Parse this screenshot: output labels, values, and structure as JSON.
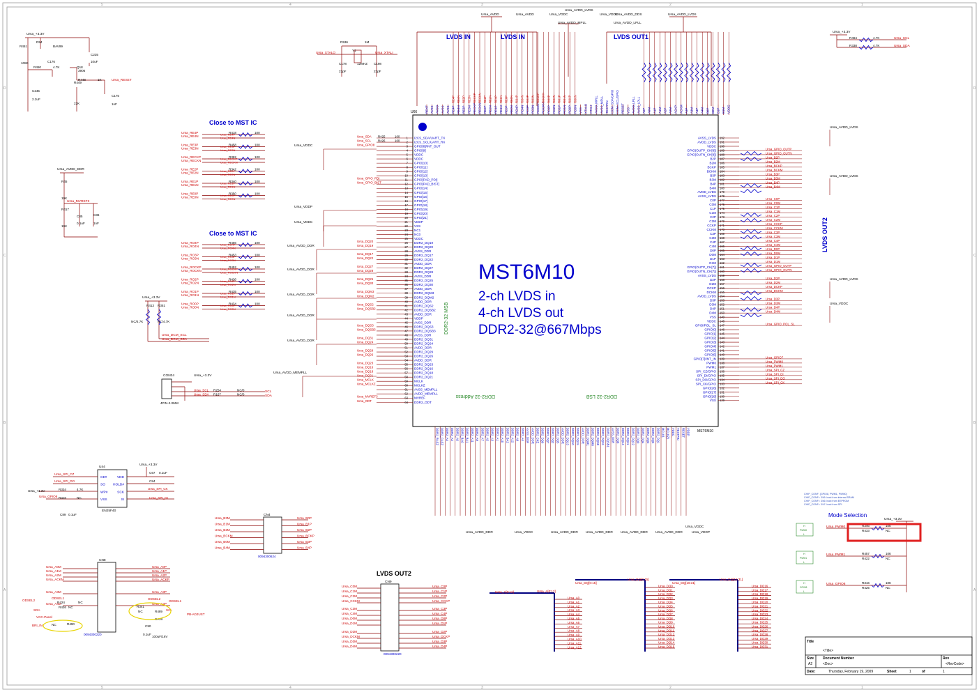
{
  "chip": {
    "name": "MST6M10",
    "ref": "U66",
    "part": "MST6M10",
    "desc": [
      "2-ch LVDS in",
      "4-ch LVDS out",
      "DDR2-32@667Mbps"
    ],
    "internal_labels": [
      "DDR2-32 MSB",
      "DDR2-32 Address",
      "DDR2-32 LSB"
    ]
  },
  "section_titles": {
    "close_mst_1": "Close to MST IC",
    "close_mst_2": "Close to MST IC",
    "lvds_in_1": "LVDS IN",
    "lvds_in_2": "LVDS IN",
    "lvds_out1": "LVDS OUT1",
    "lvds_out2_right": "LVDS OUT2",
    "lvds_out2_bottom": "LVDS OUT2",
    "mode_selection": "Mode Selection"
  },
  "power_labels": [
    "Ursa_+3.3V",
    "Ursa_AVDD_DDR",
    "Ursa_VDDC",
    "Ursa_VDDP",
    "Ursa_AVDD_MEMPLL",
    "Ursa_AVDD_LVDS",
    "Ursa_AVDD_MPLL",
    "Ursa_AVDD_LPLL",
    "Ursa_AVDD"
  ],
  "top_power": [
    "Ursa_AVDD",
    "Ursa_AVDD",
    "Ursa_VDDC",
    "Ursa_AVDD_LVDS",
    "Ursa_VDDC",
    "Ursa_AVDD_DDS",
    "Ursa_AVDD_LVDS",
    "Ursa_AVDD_MPLL",
    "Ursa_AVDD_LPLL"
  ],
  "reset_circuit": {
    "net_power": "Ursa_+3.3V",
    "parts": [
      "R451",
      "D54",
      "BAV99",
      "C235",
      "10uF",
      "108K",
      "R450",
      "4.7K",
      "C176",
      "Q18",
      "3906",
      "R448",
      "1K",
      "R449",
      "22K",
      "C245",
      "2.2uF",
      "C175",
      "1nF"
    ],
    "net_out": "Ursa_RESET"
  },
  "crystal": {
    "parts": [
      "R536",
      "1M",
      "Y1",
      "12MHZ",
      "C178",
      "22pF",
      "C198",
      "22pF"
    ],
    "nets": [
      "Ursa_XTALO",
      "Ursa_XTALI"
    ]
  },
  "i2c_pullups": {
    "power": "Ursa_+3.3V",
    "rows": [
      {
        "ref": "R464",
        "val": "4.7K",
        "net": "Ursa_SCL"
      },
      {
        "ref": "R338",
        "val": "4.7K",
        "net": "Ursa_SDA"
      }
    ]
  },
  "vref_circuit": {
    "power": "Ursa_AVDD_DDR",
    "parts": [
      "R45",
      "10K",
      "R417",
      "10K",
      "C85",
      "0.1uF",
      "C86",
      "1nF"
    ],
    "net": "Ursa_MVREF3"
  },
  "close_mst_1_rows": [
    {
      "nets": [
        "Ursa_RE4P",
        "Ursa_RE4N"
      ],
      "ref": "R418",
      "val": "100"
    },
    {
      "nets": [
        "Ursa_RE3P",
        "Ursa_RE3N"
      ],
      "ref": "R458",
      "val": "100"
    },
    {
      "nets": [
        "Ursa_RECKP",
        "Ursa_RECKN"
      ],
      "ref": "R382",
      "val": "100"
    },
    {
      "nets": [
        "Ursa_RE2P",
        "Ursa_RE2N"
      ],
      "ref": "R342",
      "val": "100"
    },
    {
      "nets": [
        "Ursa_RE1P",
        "Ursa_RE1N"
      ],
      "ref": "R340",
      "val": "100"
    },
    {
      "nets": [
        "Ursa_RE0P",
        "Ursa_RE0N"
      ],
      "ref": "R350",
      "val": "100"
    }
  ],
  "close_mst_2_rows": [
    {
      "nets": [
        "Ursa_RO4P",
        "Ursa_RO4N"
      ],
      "ref": "R456",
      "val": "100"
    },
    {
      "nets": [
        "Ursa_RO3P",
        "Ursa_RO3N"
      ],
      "ref": "R453",
      "val": "100"
    },
    {
      "nets": [
        "Ursa_ROCKP",
        "Ursa_ROCKN"
      ],
      "ref": "R452",
      "val": "100"
    },
    {
      "nets": [
        "Ursa_RO2P",
        "Ursa_RO2N"
      ],
      "ref": "R436",
      "val": "100"
    },
    {
      "nets": [
        "Ursa_RO1P",
        "Ursa_RO1N"
      ],
      "ref": "R435",
      "val": "100"
    },
    {
      "nets": [
        "Ursa_RO0P",
        "Ursa_RO0N"
      ],
      "ref": "R434",
      "val": "100"
    }
  ],
  "dcm_pullups": {
    "power": "Ursa_+3.3V",
    "parts": [
      "R413",
      "R351",
      "NC/4.7K",
      "NC/4.7K"
    ],
    "nets": [
      "Ursa_DCM_SCL",
      "Ursa_DCM_SDA"
    ]
  },
  "con34": {
    "ref": "CON34",
    "type": "4PIN-2.0MM",
    "power": "Ursa_+3.3V",
    "rows": [
      {
        "net": "Ursa_SCL",
        "ref": "R254",
        "val": "NC/0",
        "out": "SCL"
      },
      {
        "net": "Ursa_SDA",
        "ref": "R167",
        "val": "NC/0",
        "out": "SDA"
      }
    ]
  },
  "flash": {
    "ref": "U44",
    "part": "EN25F40",
    "power": "Ursa_+3.3V",
    "left_pins": [
      "CE#",
      "SO",
      "WP#",
      "VSS"
    ],
    "right_pins": [
      "VDD",
      "HOLD#",
      "SCK",
      "SI"
    ],
    "nets": [
      "Ursa_SPI_CZ",
      "Ursa_SPI_DO",
      "Ursa_GPIO8",
      "Ursa_SPI_CK",
      "Ursa_SPI_DI"
    ],
    "parts": [
      "R334",
      "4.7K",
      "R416",
      "NC",
      "C89",
      "0.1uF",
      "C67",
      "0.1uF",
      "C84"
    ]
  },
  "cn4": {
    "ref": "CN4",
    "part": "0094300624",
    "left_nets": [
      "Ursa_B3M",
      "Ursa_B1M",
      "Ursa_B2M",
      "Ursa_BCKM",
      "Ursa_B0M",
      "Ursa_B4M"
    ],
    "right_nets": [
      "Ursa_B0P",
      "Ursa_B1P",
      "Ursa_B2P",
      "Ursa_BCKP",
      "Ursa_B3P",
      "Ursa_B4P"
    ]
  },
  "cn8": {
    "ref": "CN8",
    "part": "0094300220",
    "left_nets": [
      "Ursa_A0M",
      "Ursa_A1M",
      "Ursa_A2M",
      "Ursa_ACKM",
      "Ursa_A3M",
      "Ursa_A4M"
    ],
    "right_nets": [
      "Ursa_A0P",
      "Ursa_A1P",
      "Ursa_A2P",
      "Ursa_ACKP",
      "Ursa_A3P",
      "Ursa_A4P"
    ],
    "side_nets": [
      "ODSEL2",
      "ODSEL1",
      "SDA",
      "SCL",
      "VCC-Panel",
      "BRI_IN",
      "PB-ADJUST",
      "ODSEL2",
      "ODSEL1"
    ],
    "parts": [
      "R426",
      "NC",
      "R424",
      "NC",
      "R490",
      "NC",
      "R341",
      "NC",
      "R489",
      "C90",
      "0.1uF",
      "CA20",
      "100uF/16V"
    ]
  },
  "cn9": {
    "ref": "CN9",
    "part": "0094300220",
    "left_nets": [
      "Ursa_C0M",
      "Ursa_C1M",
      "Ursa_C2M",
      "Ursa_CCKM",
      "Ursa_C3M",
      "Ursa_C4M",
      "Ursa_D0M",
      "Ursa_D1M",
      "Ursa_D2M",
      "Ursa_DCKM",
      "Ursa_D3M",
      "Ursa_D4M"
    ],
    "right_nets": [
      "Ursa_C0P",
      "Ursa_C1P",
      "Ursa_C2P",
      "Ursa_CCKP",
      "Ursa_C3P",
      "Ursa_C4P",
      "Ursa_D0P",
      "Ursa_D1P",
      "Ursa_D2P",
      "Ursa_DCKP",
      "Ursa_D3P",
      "Ursa_D4P"
    ]
  },
  "buses": {
    "addr_bus": "Ursa_A[0:12]",
    "addr_nets": [
      "Ursa_A0",
      "Ursa_A1",
      "Ursa_A2",
      "Ursa_A3",
      "Ursa_A4",
      "Ursa_A5",
      "Ursa_A6",
      "Ursa_A7",
      "Ursa_A8",
      "Ursa_A9",
      "Ursa_A10",
      "Ursa_A11",
      "Ursa_A12"
    ],
    "dq_bus_1": "Ursa_DQ[0:15]",
    "dq_bus_2": "Ursa_DQ[0:15]",
    "dq_bus_3": "Ursa_DQ[16:31]",
    "dq_bus_4": "Ursa_DQ[16:31]",
    "dq_low": [
      "Ursa_DQ0",
      "Ursa_DQ1",
      "Ursa_DQ2",
      "Ursa_DQ3",
      "Ursa_DQ4",
      "Ursa_DQ5",
      "Ursa_DQ6",
      "Ursa_DQ7",
      "Ursa_DQ8",
      "Ursa_DQ9",
      "Ursa_DQ10",
      "Ursa_DQ11",
      "Ursa_DQ12",
      "Ursa_DQ13",
      "Ursa_DQ14",
      "Ursa_DQ15"
    ],
    "dq_high": [
      "Ursa_DQ16",
      "Ursa_DQ17",
      "Ursa_DQ18",
      "Ursa_DQ19",
      "Ursa_DQ20",
      "Ursa_DQ21",
      "Ursa_DQ22",
      "Ursa_DQ23",
      "Ursa_DQ24",
      "Ursa_DQ25",
      "Ursa_DQ26",
      "Ursa_DQ27",
      "Ursa_DQ28",
      "Ursa_DQ29",
      "Ursa_DQ30",
      "Ursa_DQ31"
    ]
  },
  "mode_selection": {
    "power": "Ursa_+3.3V",
    "note": [
      "CHIP_CONF: {GPIO8, PWM1, PWM0}",
      "CHIP_CONF= 3'd5: boot from internal SRAM",
      "CHIP_CONF= 3'd6: boot from EEPROM",
      "CHIP_CONF= 3'd7: boot from SPI"
    ],
    "rows": [
      {
        "net": "Ursa_PWM0",
        "refs": [
          "R346",
          "R433"
        ],
        "vals": [
          "10K",
          "NC"
        ],
        "tag": "PWM0"
      },
      {
        "net": "Ursa_PWM1",
        "refs": [
          "R457",
          "R422"
        ],
        "vals": [
          "10K",
          "NC"
        ],
        "tag": "PWM1"
      },
      {
        "net": "Ursa_GPIO8",
        "refs": [
          "R316",
          "R425"
        ],
        "vals": [
          "10K",
          "NC"
        ],
        "tag": "GPIO8"
      }
    ],
    "hl": [
      "H",
      "L"
    ],
    "highlight_color": "#e02020"
  },
  "left_pins": [
    {
      "n": "1",
      "name": "I2CS_SDA/UART_TX",
      "net": "Ursa_SDA",
      "ref": "R425",
      "val": "100"
    },
    {
      "n": "2",
      "name": "I2CS_SCL/UART_RX",
      "net": "Ursa_SCL",
      "ref": "R426",
      "val": "100"
    },
    {
      "n": "3",
      "name": "GPIO[8]/INT_OUT",
      "net": "Ursa_GPIO8"
    },
    {
      "n": "4",
      "name": "GPIO[9]"
    },
    {
      "n": "5",
      "name": "VDDC"
    },
    {
      "n": "6",
      "name": "VDDC"
    },
    {
      "n": "7",
      "name": "GPIO[10]"
    },
    {
      "n": "8",
      "name": "GPIO[11]"
    },
    {
      "n": "9",
      "name": "GPIO[12]"
    },
    {
      "n": "10",
      "name": "GPIO[13]"
    },
    {
      "n": "11",
      "name": "GPIO[PAD_PDI]",
      "net": "Ursa_GPIO_PDI"
    },
    {
      "n": "12",
      "name": "GPIO[PAD_BIST]",
      "net": "Ursa_GPIO_BIST"
    },
    {
      "n": "13",
      "name": "GPIO[14]"
    },
    {
      "n": "14",
      "name": "GPIO[15]"
    },
    {
      "n": "15",
      "name": "GPIO[16]"
    },
    {
      "n": "16",
      "name": "GPIO[17]"
    },
    {
      "n": "17",
      "name": "GPIO[18]"
    },
    {
      "n": "18",
      "name": "GPIO[19]"
    },
    {
      "n": "19",
      "name": "GPIO[20]"
    },
    {
      "n": "20",
      "name": "GPIO[21]"
    },
    {
      "n": "21",
      "name": "VDDP"
    },
    {
      "n": "22",
      "name": "VSS"
    },
    {
      "n": "23",
      "name": "NC1"
    },
    {
      "n": "24",
      "name": "NC0"
    },
    {
      "n": "25",
      "name": "VDDC"
    },
    {
      "n": "26",
      "name": "DDR2_DQ19",
      "net": "Ursa_DQ20"
    },
    {
      "n": "27",
      "name": "DDR2_DQ20",
      "net": "Ursa_DQ19"
    },
    {
      "n": "28",
      "name": "AVSS_DDR"
    },
    {
      "n": "29",
      "name": "DDR2_DQ17",
      "net": "Ursa_DQ17"
    },
    {
      "n": "30",
      "name": "DDR2_DQ22",
      "net": "Ursa_DQ22"
    },
    {
      "n": "31",
      "name": "AVDD_DDR"
    },
    {
      "n": "32",
      "name": "DDR2_DQ27",
      "net": "Ursa_DQ27"
    },
    {
      "n": "33",
      "name": "DDR2_DQ28",
      "net": "Ursa_DQ28"
    },
    {
      "n": "34",
      "name": "AVSS_DDR"
    },
    {
      "n": "35",
      "name": "DDR2_DQ25",
      "net": "Ursa_DQ25"
    },
    {
      "n": "36",
      "name": "DDR2_DQ30",
      "net": "Ursa_DQ30"
    },
    {
      "n": "37",
      "name": "AVDD_DDR"
    },
    {
      "n": "38",
      "name": "DDR2_DQM3",
      "net": "Ursa_DQM3"
    },
    {
      "n": "39",
      "name": "DDR2_DQM2",
      "net": "Ursa_DQM2"
    },
    {
      "n": "40",
      "name": "AVDD_DDR"
    },
    {
      "n": "41",
      "name": "DDR2_DQS2",
      "net": "Ursa_DQS2"
    },
    {
      "n": "42",
      "name": "DDR2_DQSB2",
      "net": "Ursa_DQSB2"
    },
    {
      "n": "43",
      "name": "AVDD_DDR"
    },
    {
      "n": "44",
      "name": "VDDP"
    },
    {
      "n": "45",
      "name": "AVSS_DDR"
    },
    {
      "n": "46",
      "name": "DDR2_DQS3",
      "net": "Ursa_DQS3"
    },
    {
      "n": "47",
      "name": "DDR2_DQSB3",
      "net": "Ursa_DQSB3"
    },
    {
      "n": "48",
      "name": "AVSS_DDR"
    },
    {
      "n": "49",
      "name": "DDR2_DQ31",
      "net": "Ursa_DQ31"
    },
    {
      "n": "50",
      "name": "DDR2_DQ24",
      "net": "Ursa_DQ24"
    },
    {
      "n": "51",
      "name": "AVDD_DDR"
    },
    {
      "n": "52",
      "name": "DDR2_DQ29",
      "net": "Ursa_DQ29"
    },
    {
      "n": "53",
      "name": "DDR2_DQ26",
      "net": "Ursa_DQ26"
    },
    {
      "n": "54",
      "name": "AVDD_DDR"
    },
    {
      "n": "55",
      "name": "DDR2_DQ23",
      "net": "Ursa_DQ23"
    },
    {
      "n": "56",
      "name": "DDR2_DQ16",
      "net": "Ursa_DQ16"
    },
    {
      "n": "57",
      "name": "DDR2_DQ18",
      "net": "Ursa_DQ18"
    },
    {
      "n": "58",
      "name": "DDR2_DQ21",
      "net": "Ursa_DQ21"
    },
    {
      "n": "59",
      "name": "MCLK",
      "net": "Ursa_MCLK"
    },
    {
      "n": "60",
      "name": "MCLKZ",
      "net": "Ursa_MCLKZ"
    },
    {
      "n": "61",
      "name": "AVSS_MEMPLL"
    },
    {
      "n": "62",
      "name": "AVDD_MEMPLL"
    },
    {
      "n": "63",
      "name": "MVREF",
      "net": "Ursa_MVREF3"
    },
    {
      "n": "64",
      "name": "DDR2_ODT",
      "net": "Ursa_ODT"
    }
  ],
  "right_pins": [
    {
      "n": "192",
      "name": "AVSS_LVDS"
    },
    {
      "n": "191",
      "name": "AVDD_LVDS"
    },
    {
      "n": "190",
      "name": "VDDC"
    },
    {
      "n": "189",
      "name": "GPIO(OUTP_CH[8])",
      "net": "Ursa_GPIO_OUTP"
    },
    {
      "n": "188",
      "name": "GPIO(OUTN_CH[8])",
      "net": "Ursa_GPIO_OUTN"
    },
    {
      "n": "187",
      "name": "B2P",
      "net": "Ursa_B2P"
    },
    {
      "n": "186",
      "name": "B2M",
      "net": "Ursa_B2M"
    },
    {
      "n": "185",
      "name": "BCKP",
      "net": "Ursa_BCKP"
    },
    {
      "n": "184",
      "name": "BCKM",
      "net": "Ursa_BCKM"
    },
    {
      "n": "183",
      "name": "B3P",
      "net": "Ursa_B3P"
    },
    {
      "n": "182",
      "name": "B3M",
      "net": "Ursa_B3M"
    },
    {
      "n": "181",
      "name": "B4P",
      "net": "Ursa_B4P"
    },
    {
      "n": "180",
      "name": "B4M",
      "net": "Ursa_B4M"
    },
    {
      "n": "179",
      "name": "AVDD_LVDS"
    },
    {
      "n": "178",
      "name": "AVSS_LVDS"
    },
    {
      "n": "177",
      "name": "C0P",
      "net": "Ursa_C0P"
    },
    {
      "n": "176",
      "name": "C0M",
      "net": "Ursa_C0M"
    },
    {
      "n": "175",
      "name": "C1P",
      "net": "Ursa_C1P"
    },
    {
      "n": "174",
      "name": "C1M",
      "net": "Ursa_C1M"
    },
    {
      "n": "173",
      "name": "C2P",
      "net": "Ursa_C2P"
    },
    {
      "n": "172",
      "name": "C2M",
      "net": "Ursa_C2M"
    },
    {
      "n": "171",
      "name": "CCKP",
      "net": "Ursa_CCKP"
    },
    {
      "n": "170",
      "name": "CCKM",
      "net": "Ursa_CCKM"
    },
    {
      "n": "169",
      "name": "C3P",
      "net": "Ursa_C3P"
    },
    {
      "n": "168",
      "name": "C3M",
      "net": "Ursa_C3M"
    },
    {
      "n": "167",
      "name": "C4P",
      "net": "Ursa_C4P"
    },
    {
      "n": "166",
      "name": "C4M",
      "net": "Ursa_C4M"
    },
    {
      "n": "165",
      "name": "D0P",
      "net": "Ursa_D0P"
    },
    {
      "n": "164",
      "name": "D0M",
      "net": "Ursa_D0M"
    },
    {
      "n": "163",
      "name": "D1P",
      "net": "Ursa_D1P"
    },
    {
      "n": "162",
      "name": "D1M",
      "net": "Ursa_D1M"
    },
    {
      "n": "161",
      "name": "GPIO(OUTP_CH[7])",
      "net": "Ursa_GPIO_OUTP"
    },
    {
      "n": "160",
      "name": "GPIO(OUTN_CH[7])",
      "net": "Ursa_GPIO_OUTN"
    },
    {
      "n": "159",
      "name": "AVSS_LVDS"
    },
    {
      "n": "158",
      "name": "D2P",
      "net": "Ursa_D2P"
    },
    {
      "n": "157",
      "name": "D2M",
      "net": "Ursa_D2M"
    },
    {
      "n": "156",
      "name": "DCKP",
      "net": "Ursa_DCKP"
    },
    {
      "n": "155",
      "name": "DCKM",
      "net": "Ursa_DCKM"
    },
    {
      "n": "154",
      "name": "AVDD_LVDS"
    },
    {
      "n": "153",
      "name": "D3P",
      "net": "Ursa_D3P"
    },
    {
      "n": "152",
      "name": "D3M",
      "net": "Ursa_D3M"
    },
    {
      "n": "151",
      "name": "D4P",
      "net": "Ursa_D4P"
    },
    {
      "n": "150",
      "name": "D4M",
      "net": "Ursa_D4M"
    },
    {
      "n": "149",
      "name": "VSS"
    },
    {
      "n": "148",
      "name": "VDDC"
    },
    {
      "n": "147",
      "name": "GPIO/POL_SL",
      "net": "Ursa_GPIO_POL_SL"
    },
    {
      "n": "146",
      "name": "GPIO[0]"
    },
    {
      "n": "145",
      "name": "GPIO[1]"
    },
    {
      "n": "144",
      "name": "GPIO[2]"
    },
    {
      "n": "143",
      "name": "GPIO[3]"
    },
    {
      "n": "142",
      "name": "GPIO[4]"
    },
    {
      "n": "141",
      "name": "GPIO[5]"
    },
    {
      "n": "140",
      "name": "GPIO[6]"
    },
    {
      "n": "139",
      "name": "GPIO[7]/INT_IN",
      "net": "Ursa_GPIO7"
    },
    {
      "n": "138",
      "name": "PWM0",
      "net": "Ursa_PWM0"
    },
    {
      "n": "137",
      "name": "PWM1",
      "net": "Ursa_PWM1"
    },
    {
      "n": "136",
      "name": "SPI_CZ/GPIO",
      "net": "Ursa_SPI_CZ"
    },
    {
      "n": "135",
      "name": "SPI_DI/GPIO",
      "net": "Ursa_SPI_DI"
    },
    {
      "n": "134",
      "name": "SPI_DO/GPIO",
      "net": "Ursa_SPI_DO"
    },
    {
      "n": "133",
      "name": "SPI_CK/GPIO",
      "net": "Ursa_SPI_CK"
    },
    {
      "n": "132",
      "name": "GPIO[26]"
    },
    {
      "n": "131",
      "name": "GPIO[27]"
    },
    {
      "n": "130",
      "name": "GPIO[28]"
    },
    {
      "n": "129",
      "name": "VSS"
    }
  ],
  "top_pins": [
    "REXT",
    "AVSS",
    "AVDD",
    "AVSS",
    "AVSS",
    "RE4P",
    "RE4N",
    "RE3P",
    "RE3N",
    "RECKP",
    "RECKN",
    "RE2P",
    "RE2N",
    "RE1P",
    "RE1N",
    "RE0P",
    "RE0N",
    "RO4P",
    "RO4N",
    "RO3P",
    "RO3N",
    "ROCKP",
    "ROCKN",
    "RO2P",
    "RO2N",
    "RO1P",
    "RO1N",
    "RO0P",
    "RO0N",
    "VSS",
    "XTALO",
    "XTALI",
    "AVDD_MPLL",
    "AVSS_MPLL",
    "TESTPIN",
    "I2CM_SDA/GPIO",
    "I2CM_SCL/GPIO",
    "RESET",
    "VSS",
    "AVDD_LPLL",
    "AVSS_LPLL",
    "A0P",
    "A0M",
    "A1P",
    "A1M",
    "A2P",
    "A2M",
    "ACKP",
    "ACKM",
    "A3P",
    "A3M",
    "A4P",
    "A4M",
    "B0P",
    "B0M",
    "B1P",
    "B1M",
    "VDDC"
  ],
  "bottom_pins": [
    "DDR2_RASZ",
    "DDR2_CASZ",
    "DDR2_A4",
    "DDR2_A2",
    "DDR2_A0",
    "DDR2_BA0",
    "DDR2_BA1",
    "DDR2_A11",
    "DDR2_A9",
    "DDR2_A7",
    "DDR2_A5",
    "DDR2_A3",
    "DDR2_A1",
    "DDR2_A10",
    "DDR2_BA2",
    "DDR2_A12",
    "DDR2_A8",
    "DDR2_A6",
    "AVSS_DDR",
    "AVDD_DDR",
    "DDR2_CKE",
    "DDR2_DQ0",
    "DDR2_DQ7",
    "DDR2_DQ2",
    "DDR2_DQ5",
    "AVDD_DDR",
    "DDR2_DQ13",
    "DDR2_DQ10",
    "DDR2_DQ15",
    "AVDD_DDR",
    "DDR2_DQM1",
    "DDR2_DQM0",
    "DDR2_DQS0",
    "DDR2_DQS1",
    "DDR2_DQSB1",
    "AVSS_DDR",
    "DDR2_DQ8",
    "DDR2_DQ14",
    "DDR2_DQ11",
    "DDR2_DQ12",
    "DDR2_DQ9",
    "DDR2_DQ4",
    "DDR2_DQ3",
    "DDR2_DQ6",
    "DDR2_DQ1",
    "MCLK1",
    "MCLKZ1",
    "VDDC",
    "TESTPIN",
    "RESET",
    "VDDP"
  ],
  "title_block": {
    "title_label": "Title",
    "title": "<Title>",
    "size_label": "Size",
    "size": "A2",
    "docnum_label": "Document Number",
    "docnum": "<Doc>",
    "rev_label": "Rev",
    "rev": "<RevCode>",
    "date_label": "Date:",
    "date": "Thursday, February 19, 2009",
    "sheet_label": "Sheet",
    "sheet": "1",
    "of_label": "of",
    "of": "1"
  },
  "frame": {
    "col_marks": [
      "5",
      "4",
      "3",
      "2",
      "1"
    ],
    "row_marks": [
      "D",
      "C",
      "B",
      "A"
    ]
  },
  "colors": {
    "wire": "#8b0000",
    "net": "#cc0000",
    "part": "#0000cc",
    "frame": "#999999"
  }
}
